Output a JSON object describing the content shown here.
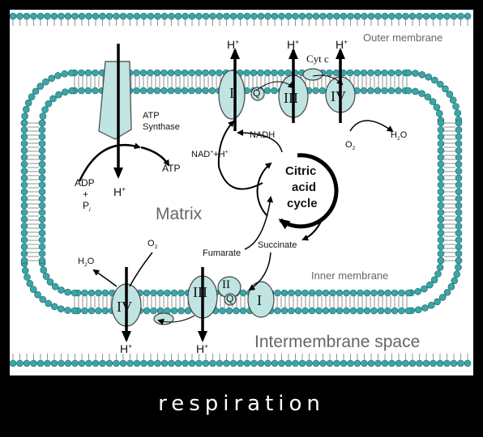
{
  "diagram": {
    "outer_membrane": "Outer membrane",
    "inner_membrane": "Inner membrane",
    "matrix": "Matrix",
    "intermembrane_space": "Intermembrane space",
    "atp_synthase_line1": "ATP",
    "atp_synthase_line2": "Synthase",
    "atp": "ATP",
    "adp": "ADP",
    "plus": "+",
    "pi_p": "P",
    "pi_i": "i",
    "h": "H",
    "plus_sup": "+",
    "nadh": "NADH",
    "nad_plus_h": "NAD",
    "nad_sup": "+",
    "nad_h": "+H",
    "citric_line1": "Citric",
    "citric_line2": "acid",
    "citric_line3": "cycle",
    "succinate": "Succinate",
    "fumarate": "Fumarate",
    "cyt_c": "Cyt c",
    "q": "Q",
    "o2_o": "O",
    "o2_sub": "2",
    "h2o_h": "H",
    "h2o_sub": "2",
    "h2o_o": "O",
    "complex_I": "I",
    "complex_II": "II",
    "complex_III": "III",
    "complex_IV": "IV"
  },
  "colors": {
    "protein": "#bfe4e2",
    "bead": "#3aa6a8",
    "arrow": "#000000"
  },
  "caption": "respiration"
}
